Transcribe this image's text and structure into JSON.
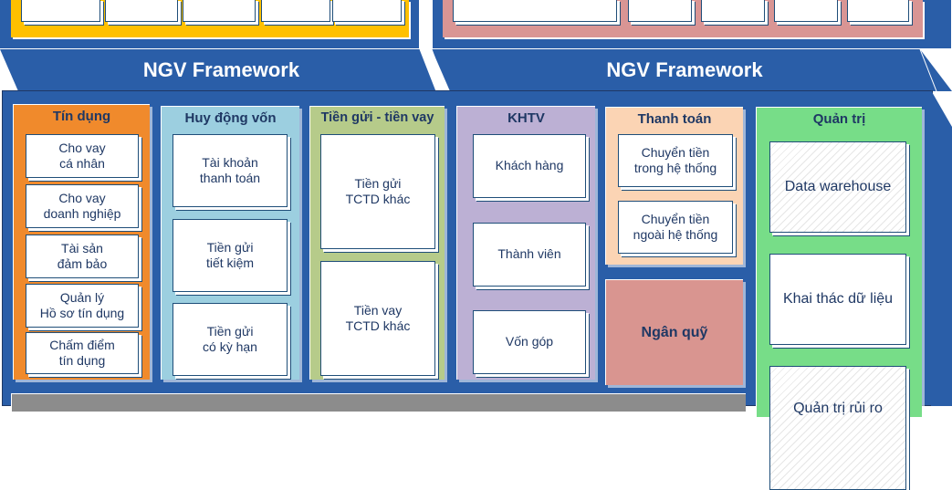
{
  "colors": {
    "frame_blue": "#2a5ea8",
    "yellow_panel": "#ffc000",
    "pink_panel": "#d99594",
    "orange_panel": "#f08a2c",
    "lightblue_panel": "#9ccfe0",
    "olive_panel": "#b6cb8a",
    "lavender_panel": "#bcb0d4",
    "peach_panel": "#fbd4b4",
    "rose_panel": "#d99590",
    "green_panel": "#77dd88",
    "gray_bar": "#8c8c8c"
  },
  "frameworks": [
    {
      "label": "NGV Framework"
    },
    {
      "label": "NGV Framework"
    }
  ],
  "modules": [
    {
      "title": "Tín dụng",
      "items": [
        "Cho vay\ncá nhân",
        "Cho vay\ndoanh nghiệp",
        "Tài sản\nđảm bảo",
        "Quản lý\nHồ sơ tín dụng",
        "Chấm điểm\ntín dụng"
      ]
    },
    {
      "title": "Huy động vốn",
      "items": [
        "Tài khoản\nthanh toán",
        "Tiền gửi\ntiết kiệm",
        "Tiền gửi\ncó kỳ hạn"
      ]
    },
    {
      "title": "Tiền gửi - tiền vay",
      "items": [
        "Tiền gửi\nTCTD khác",
        "Tiền vay\nTCTD khác"
      ]
    },
    {
      "title": "KHTV",
      "items": [
        "Khách hàng",
        "Thành viên",
        "Vốn góp"
      ]
    },
    {
      "title": "Thanh toán",
      "items": [
        "Chuyển tiền\ntrong hệ thống",
        "Chuyển tiền\nngoài hệ thống"
      ]
    },
    {
      "title": "Ngân quỹ",
      "items": []
    },
    {
      "title": "Quản trị",
      "items": [
        "Data warehouse",
        "Khai thác dữ liệu",
        "Quản trị rủi ro"
      ]
    }
  ]
}
